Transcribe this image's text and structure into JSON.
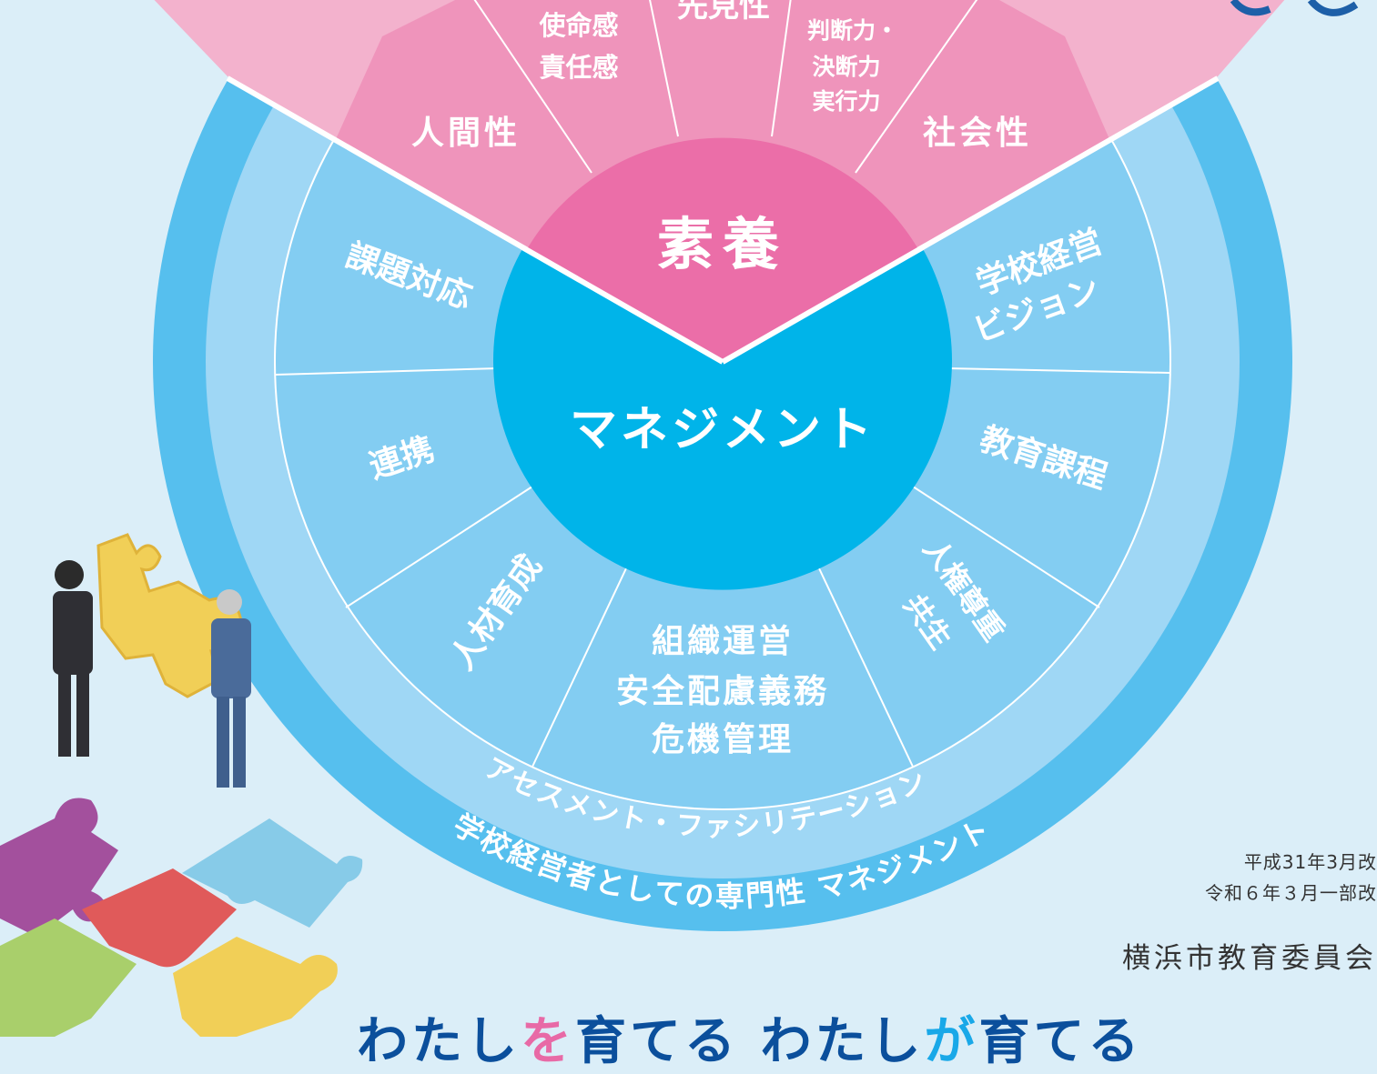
{
  "colors": {
    "background": "#dbeef8",
    "outer_ring": "#56bfee",
    "inner_ring": "#9fd7f5",
    "management_segments": "#83cdf2",
    "management_center": "#00b4e9",
    "pink_outer": "#f3b2cd",
    "pink_segments": "#ef94bb",
    "pink_center": "#eb6ea8"
  },
  "diagram": {
    "center_top": "素養",
    "center_bottom": "マネジメント",
    "qualities": {
      "humanity": "人間性",
      "mission": [
        "使命感",
        "責任感"
      ],
      "foresight": "先見性",
      "judgment": [
        "判断力・",
        "決断力",
        "実行力"
      ],
      "sociality": "社会性"
    },
    "management_items": {
      "vision": [
        "学校経営",
        "ビジョン"
      ],
      "curriculum": "教育課程",
      "human_rights": [
        "人権尊重",
        "共生"
      ],
      "organization": [
        "組織運営",
        "安全配慮義務",
        "危機管理"
      ],
      "talent": "人材育成",
      "cooperation": "連携",
      "issues": "課題対応"
    },
    "inner_ring_text": "アセスメント・ファシリテーション",
    "outer_ring_text": "学校経営者としての専門性 マネジメント"
  },
  "footer": {
    "revision_1": "平成31年3月改",
    "revision_2": "令和６年３月一部改",
    "organization": "横浜市教育委員会"
  },
  "slogan": {
    "part1": "わたし",
    "part2": "を",
    "part3": "育てる わたし",
    "part4": "が",
    "part5": "育てる"
  }
}
